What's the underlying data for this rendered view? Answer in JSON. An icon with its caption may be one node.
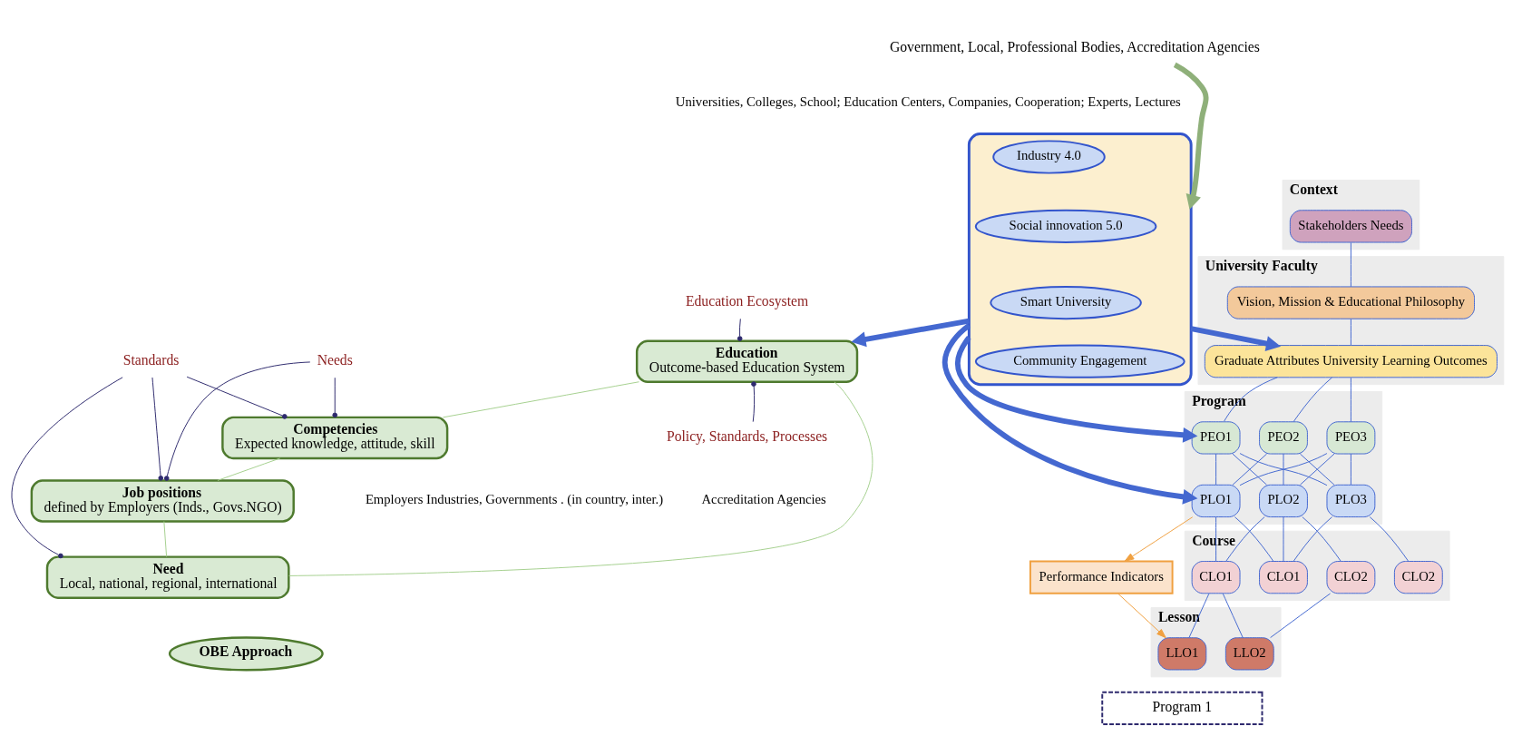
{
  "diagram": {
    "nodes": [
      {
        "text": [
          "Government, Local, Professional Bodies, Accreditation Agencies"
        ]
      },
      {
        "text": [
          "Standards"
        ]
      },
      {
        "text": [
          "Education Ecosystem"
        ]
      },
      {
        "text": [
          "Need",
          "Local, national, regional, international"
        ]
      },
      {
        "text": [
          "Job positions",
          "defined by Employers (Inds., Govs.NGO)"
        ]
      },
      {
        "text": [
          "OBE Approach"
        ]
      },
      {
        "text": [
          "Education",
          "Outcome-based Education System"
        ]
      },
      {
        "text": [
          "Competencies",
          "Expected knowledge, attitude, skill"
        ]
      },
      {
        "text": [
          "Needs"
        ]
      },
      {
        "text": [
          "Policy, Standards, Processes"
        ]
      },
      {
        "text": [],
        "shape": "ellipse"
      },
      {
        "text": [
          "Industry 4.0"
        ],
        "in": 10
      },
      {
        "text": [
          "Social innovation 5.0"
        ],
        "in": 10
      },
      {
        "text": [
          "Smart University"
        ],
        "in": 10
      },
      {
        "text": [
          "Community Engagement"
        ],
        "in": 10
      },
      {
        "text": [
          "Context"
        ]
      },
      {
        "text": [
          "Stakeholders Needs"
        ],
        "in": 15
      },
      {
        "text": [
          "University Faculty"
        ]
      },
      {
        "text": [
          "Vision, Mission & Educational Philosophy"
        ],
        "in": 17
      },
      {
        "text": [
          "Graduate Attributes University Learning Outcomes"
        ],
        "in": 17
      },
      {
        "text": [
          "Program"
        ]
      },
      {
        "text": [
          "PEO1"
        ],
        "in": 20
      },
      {
        "text": [
          "PEO2"
        ],
        "in": 20
      },
      {
        "text": [
          "PEO3"
        ],
        "in": 20
      },
      {
        "text": [
          "PLO1"
        ],
        "in": 20
      },
      {
        "text": [
          "PLO2"
        ],
        "in": 20
      },
      {
        "text": [
          "PLO3"
        ],
        "in": 20
      },
      {
        "text": [
          "Course"
        ]
      },
      {
        "text": [
          "CLO1"
        ],
        "in": 27
      },
      {
        "text": [
          "CLO2"
        ],
        "in": 27
      },
      {
        "text": [
          "CLO1"
        ],
        "in": 27
      },
      {
        "text": [
          "CLO2"
        ],
        "in": 27
      },
      {
        "text": [
          "Lesson"
        ]
      },
      {
        "text": [
          "LLO1"
        ],
        "in": 32
      },
      {
        "text": [
          "LLO2"
        ],
        "in": 32
      },
      {
        "text": [
          "Performance Indicators"
        ]
      },
      {
        "text": [
          "Program 1"
        ]
      }
    ],
    "edges": [
      {
        "from": 0,
        "to": 10,
        "arrow": "to",
        "style": "thick",
        "color": "#8fb07a"
      },
      {
        "from": 1,
        "to": 4,
        "arrow": "other",
        "color": "#2e2a6e"
      },
      {
        "from": 1,
        "to": 3,
        "arrow": "other",
        "color": "#2e2a6e"
      },
      {
        "from": 1,
        "to": 7,
        "arrow": "other",
        "color": "#2e2a6e"
      },
      {
        "from": 2,
        "to": 6,
        "arrow": "other",
        "color": "#2e2a6e"
      },
      {
        "from": 8,
        "to": 4,
        "arrow": "other",
        "color": "#2e2a6e"
      },
      {
        "from": 8,
        "to": 7,
        "arrow": "other",
        "color": "#2e2a6e"
      },
      {
        "from": 9,
        "to": 6,
        "arrow": "other",
        "color": "#2e2a6e"
      },
      {
        "from": 4,
        "to": 3,
        "arrow": "none",
        "color": "#a5d08e"
      },
      {
        "from": 3,
        "to": 6,
        "arrow": "none",
        "color": "#a5d08e"
      },
      {
        "from": 6,
        "to": 7,
        "arrow": "none",
        "color": "#a5d08e"
      },
      {
        "from": 7,
        "to": 4,
        "arrow": "none",
        "color": "#a5d08e"
      },
      {
        "from": 10,
        "to": 6,
        "arrow": "to",
        "style": "thick"
      },
      {
        "from": 10,
        "to": 19,
        "arrow": "to",
        "style": "thick"
      },
      {
        "from": 10,
        "to": 21,
        "arrow": "to",
        "style": "thick"
      },
      {
        "from": 10,
        "to": 24,
        "arrow": "to",
        "style": "thick"
      },
      {
        "from": 16,
        "to": 18,
        "arrow": "none"
      },
      {
        "from": 18,
        "to": 19,
        "arrow": "none"
      },
      {
        "from": 19,
        "to": 21,
        "arrow": "none"
      },
      {
        "from": 19,
        "to": 22,
        "arrow": "none"
      },
      {
        "from": 19,
        "to": 23,
        "arrow": "none"
      },
      {
        "from": 21,
        "to": 24,
        "arrow": "none"
      },
      {
        "from": 21,
        "to": 25,
        "arrow": "none"
      },
      {
        "from": 21,
        "to": 26,
        "arrow": "none"
      },
      {
        "from": 22,
        "to": 24,
        "arrow": "none"
      },
      {
        "from": 22,
        "to": 25,
        "arrow": "none"
      },
      {
        "from": 22,
        "to": 26,
        "arrow": "none"
      },
      {
        "from": 23,
        "to": 24,
        "arrow": "none"
      },
      {
        "from": 23,
        "to": 25,
        "arrow": "none"
      },
      {
        "from": 23,
        "to": 26,
        "arrow": "none"
      },
      {
        "from": 24,
        "to": 28,
        "arrow": "none"
      },
      {
        "from": 24,
        "to": 30,
        "arrow": "none"
      },
      {
        "from": 25,
        "to": 28,
        "arrow": "none"
      },
      {
        "from": 25,
        "to": 29,
        "arrow": "none"
      },
      {
        "from": 25,
        "to": 30,
        "arrow": "none"
      },
      {
        "from": 26,
        "to": 30,
        "arrow": "none"
      },
      {
        "from": 26,
        "to": 31,
        "arrow": "none"
      },
      {
        "from": 28,
        "to": 33,
        "arrow": "none"
      },
      {
        "from": 28,
        "to": 34,
        "arrow": "none"
      },
      {
        "from": 29,
        "to": 34,
        "arrow": "none"
      },
      {
        "from": 24,
        "to": 35,
        "arrow": "to",
        "color": "#f0a040"
      },
      {
        "from": 35,
        "to": 33,
        "arrow": "to",
        "color": "#f0a040"
      }
    ],
    "labels": [
      "Universities, Colleges, School; Education Centers, Companies, Cooperation; Experts, Lectures",
      "Employers Industries, Governments . (in country, inter.)",
      "Accreditation Agencies"
    ]
  }
}
